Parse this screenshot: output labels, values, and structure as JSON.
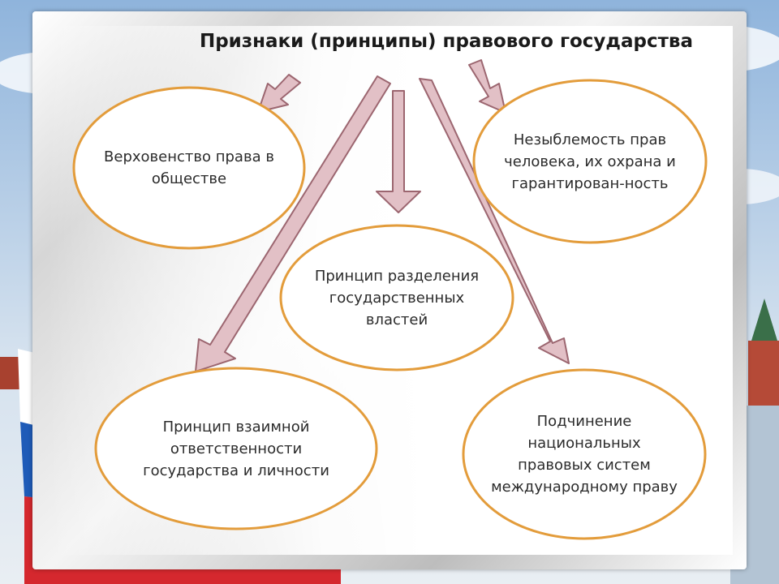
{
  "diagram": {
    "title": "Признаки (принципы)  правового государства",
    "nodes": [
      {
        "id": "b1",
        "label": "Верховенство права в обществе"
      },
      {
        "id": "b2",
        "label": "Незыблемость прав человека, их охрана и гарантирован-ность"
      },
      {
        "id": "b3",
        "label": "Принцип разделения государственных властей"
      },
      {
        "id": "b4",
        "label": "Принцип взаимной ответственности государства и личности"
      },
      {
        "id": "b5",
        "label": "Подчинение национальных правовых систем международному праву"
      }
    ],
    "edges": [
      {
        "from": "title",
        "to": "b1"
      },
      {
        "from": "title",
        "to": "b2"
      },
      {
        "from": "title",
        "to": "b3"
      },
      {
        "from": "title",
        "to": "b4"
      },
      {
        "from": "title",
        "to": "b5"
      }
    ]
  },
  "colors": {
    "arrow_fill": "#e2c0c6",
    "arrow_stroke": "#9c6670",
    "bubble_border": "#e39c3b",
    "bubble_fill": "#ffffff",
    "flag_white": "#ffffff",
    "flag_blue": "#1e5bb8",
    "flag_red": "#d5282e",
    "kremlin_brick": "#b54a37",
    "sky": "#c9d9ea"
  }
}
